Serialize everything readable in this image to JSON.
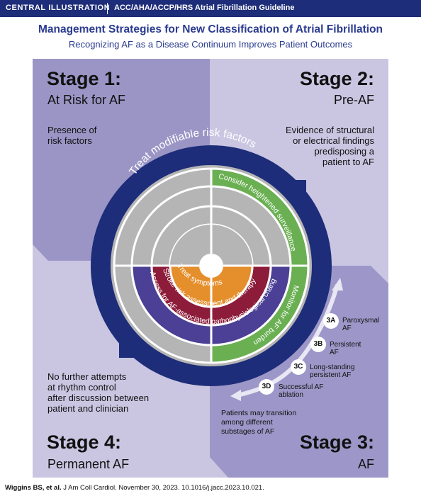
{
  "header": {
    "label": "CENTRAL ILLUSTRATION",
    "guideline": "ACC/AHA/ACCP/HRS Atrial Fibrillation Guideline"
  },
  "title": "Management Strategies for New Classification of Atrial Fibrillation",
  "subtitle": "Recognizing AF as a Disease Continuum Improves Patient Outcomes",
  "stages": {
    "s1": {
      "num": "Stage 1:",
      "name": "At Risk for AF",
      "desc": [
        "Presence of",
        "risk factors"
      ]
    },
    "s2": {
      "num": "Stage 2:",
      "name": "Pre-AF",
      "desc": [
        "Evidence of structural",
        "or electrical findings",
        "predisposing a",
        "patient to AF"
      ]
    },
    "s3": {
      "num": "Stage 3:",
      "name": "AF",
      "note": [
        "Patients may transition",
        "among different",
        "substages of AF"
      ]
    },
    "s4": {
      "num": "Stage 4:",
      "name": "Permanent AF",
      "desc": [
        "No further attempts",
        "at rhythm control",
        "after discussion between",
        "patient and clinician"
      ]
    }
  },
  "rings": {
    "outer": "Treat modifiable risk factors",
    "surveillance": "Consider heightened surveillance",
    "monitor": "Monitor for AF burden",
    "assess": "Assess for AF-associated pathophysiological changes",
    "stroke": "Stroke risk assessment and therapy",
    "symptoms": "Treat symptoms"
  },
  "substages": [
    {
      "code": "3A",
      "label": [
        "Paroxysmal",
        "AF"
      ]
    },
    {
      "code": "3B",
      "label": [
        "Persistent",
        "AF"
      ]
    },
    {
      "code": "3C",
      "label": [
        "Long-standing",
        "persistent AF"
      ]
    },
    {
      "code": "3D",
      "label": [
        "Successful AF",
        "ablation"
      ]
    }
  ],
  "citation": {
    "authors": "Wiggins BS, et al.",
    "ref": " J Am Coll Cardiol. November 30, 2023. 10.1016/j.jacc.2023.10.021."
  },
  "colors": {
    "navy": "#1e2d79",
    "q1": "#9b95c6",
    "q2": "#cac6e2",
    "q3": "#9c97c8",
    "q4": "#cac6e2",
    "gray": "#b5b5b5",
    "green": "#6ab053",
    "purple": "#4b3f96",
    "crimson": "#8c1c3a",
    "orange": "#e58e2c"
  }
}
